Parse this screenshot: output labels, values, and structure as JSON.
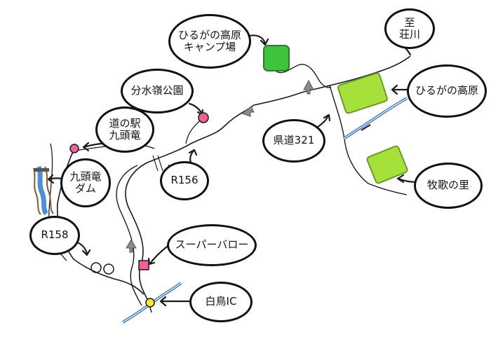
{
  "labels": {
    "camp": "ひるがの高原\nキャンプ場",
    "to_shokawa": "至\n荘川",
    "bunsuirei": "分水嶺公園",
    "michinoeki": "道の駅\n九頭竜",
    "hirugano_kogen": "ひるがの高原",
    "kendo321": "県道321",
    "r156": "R156",
    "kuzuryu_dam": "九頭竜\nダム",
    "makiuta": "牧歌の里",
    "r158": "R158",
    "super_valor": "スーパーバロー",
    "shirotori_ic": "白鳥IC"
  },
  "colors": {
    "camp_green": "#3ec43c",
    "area_green": "#a6e03a",
    "poi_pink": "#f0609a",
    "ic_yellow": "#f2ea2a",
    "highway_blue": "#3b74c6",
    "river_blue": "#4a90d8",
    "arrow_gray": "#8a8a8a",
    "line": "#1a1a1a"
  }
}
